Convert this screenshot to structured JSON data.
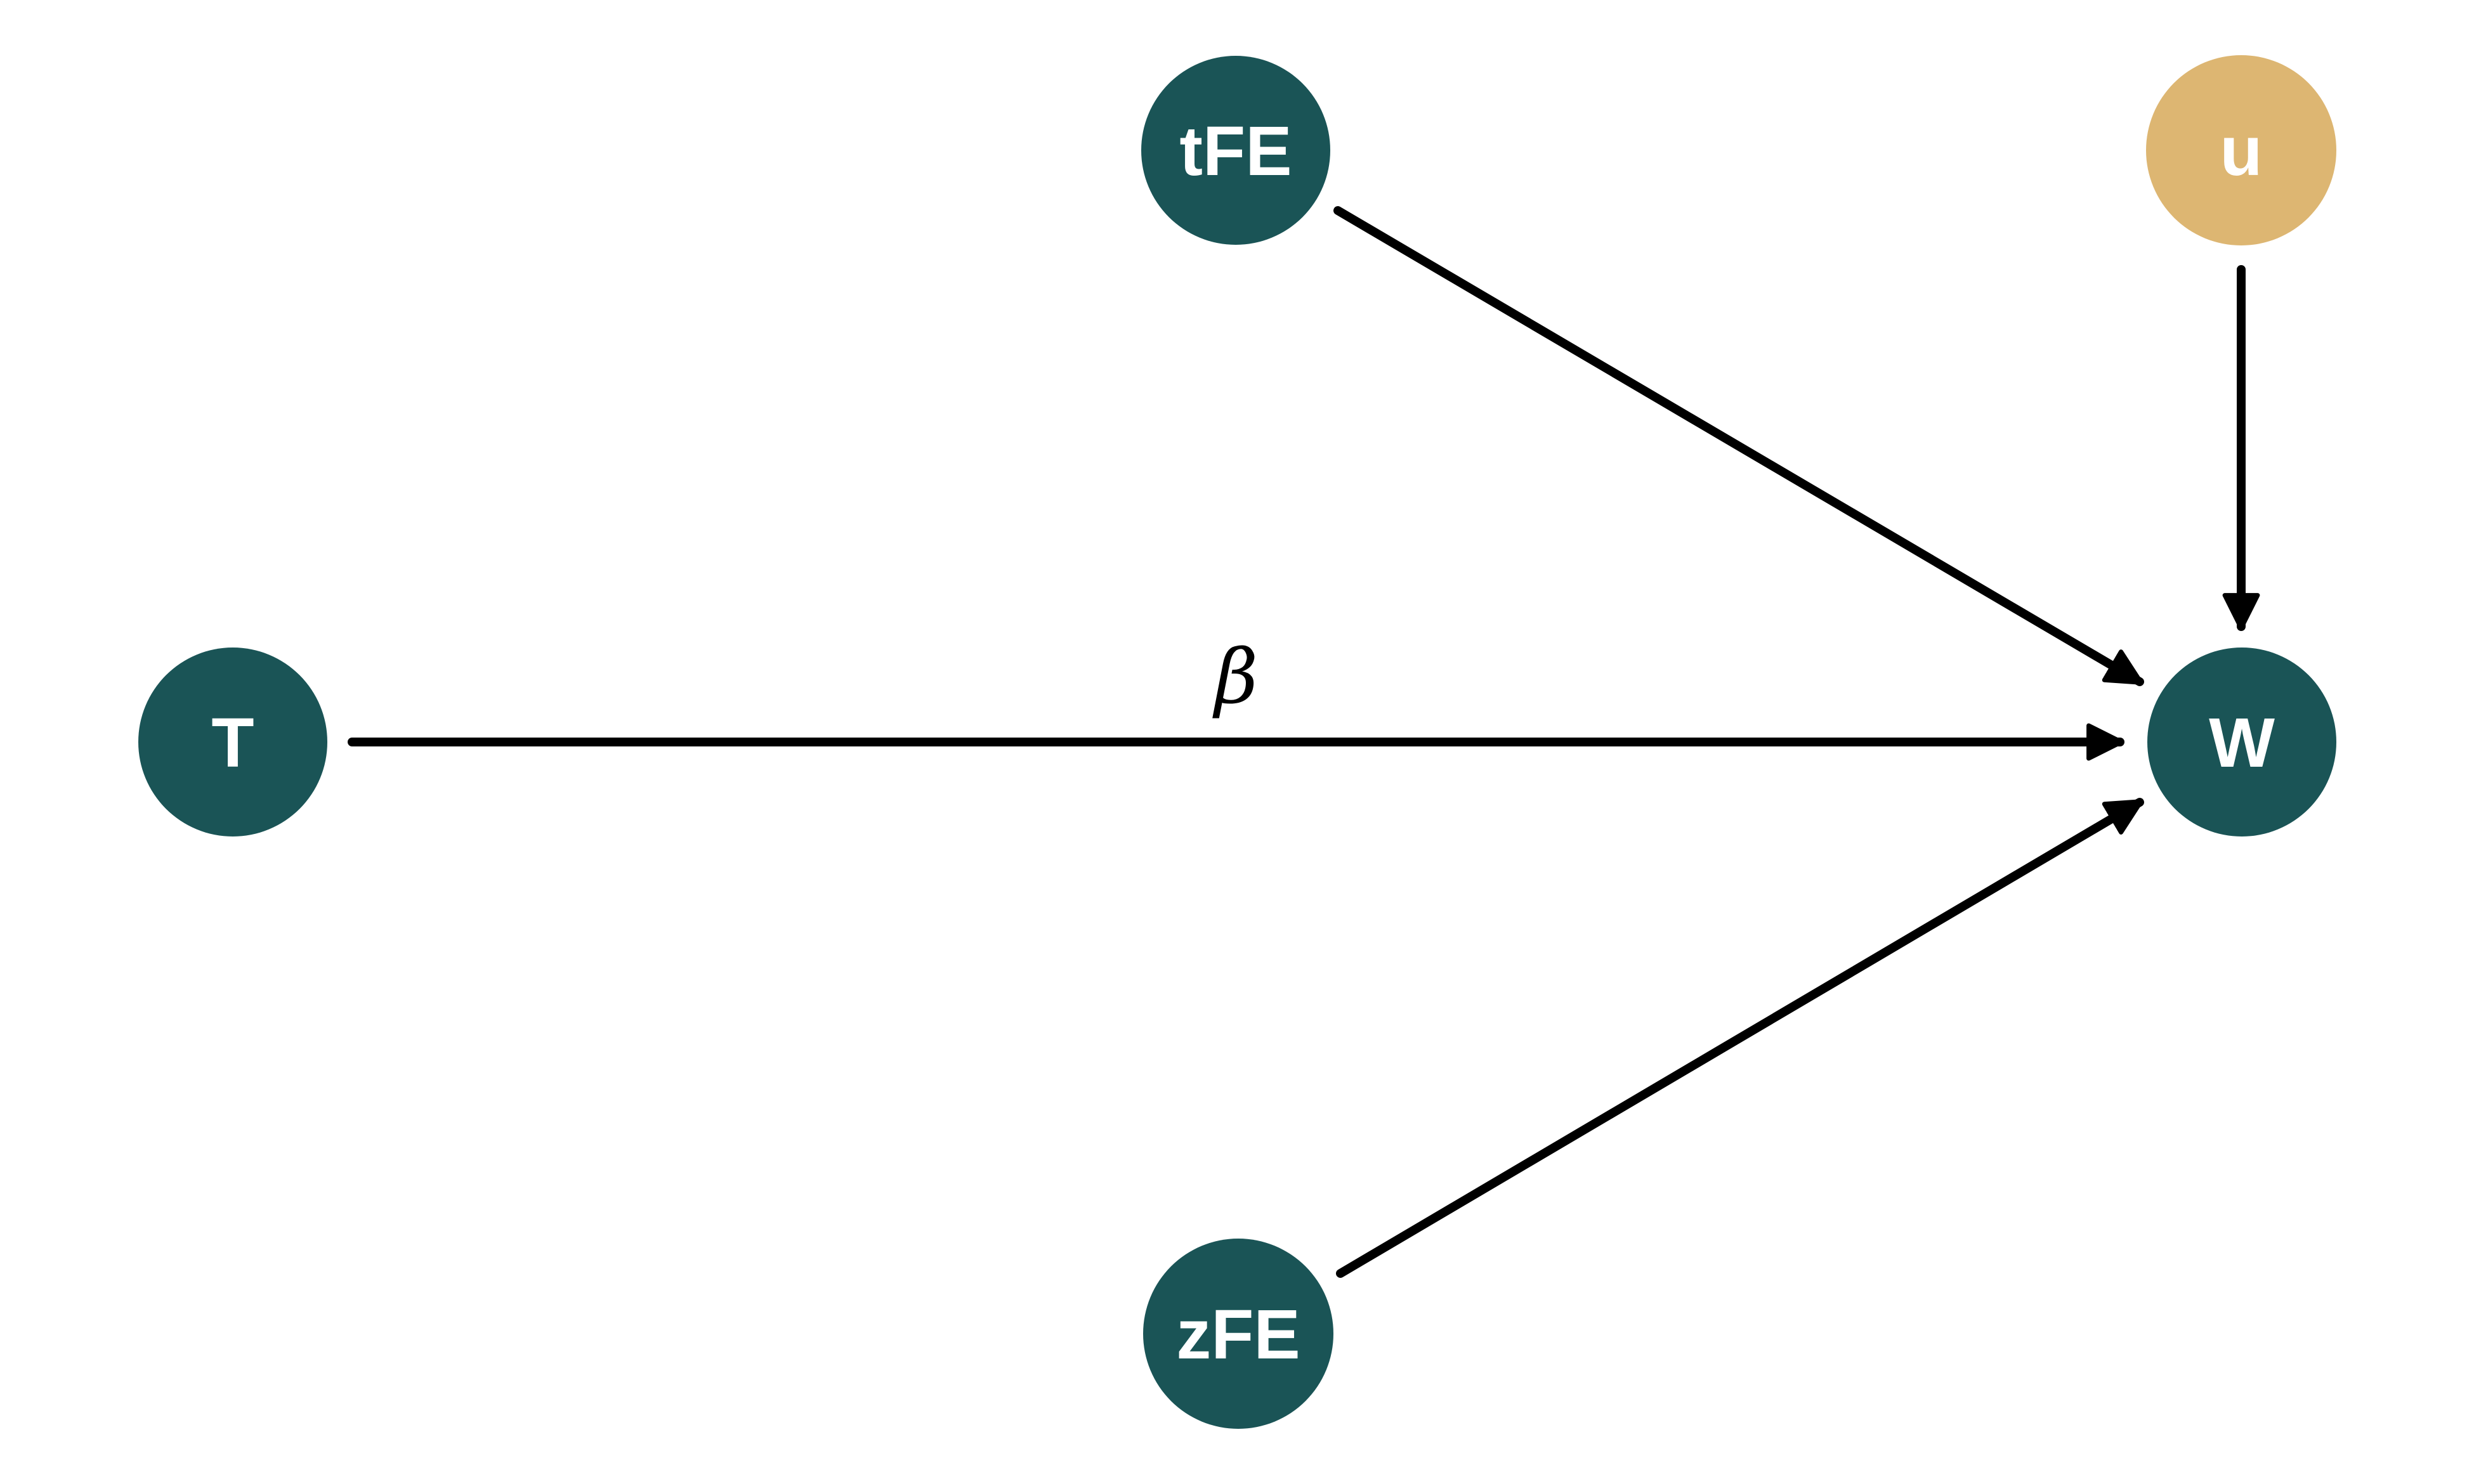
{
  "diagram": {
    "type": "dag",
    "background": "#ffffff",
    "colors": {
      "node_primary": "#1A5456",
      "node_exogenous": "#DDB672",
      "node_label_text": "#ffffff",
      "edge": "#000000",
      "edge_label_text": "#000000"
    },
    "nodes": [
      {
        "id": "tFE",
        "label": "tFE"
      },
      {
        "id": "u",
        "label": "u"
      },
      {
        "id": "T",
        "label": "T"
      },
      {
        "id": "W",
        "label": "W"
      },
      {
        "id": "zFE",
        "label": "zFE"
      }
    ],
    "edges": [
      {
        "from": "tFE",
        "to": "W",
        "label": ""
      },
      {
        "from": "u",
        "to": "W",
        "label": ""
      },
      {
        "from": "T",
        "to": "W",
        "label": "β"
      },
      {
        "from": "zFE",
        "to": "W",
        "label": ""
      }
    ]
  }
}
